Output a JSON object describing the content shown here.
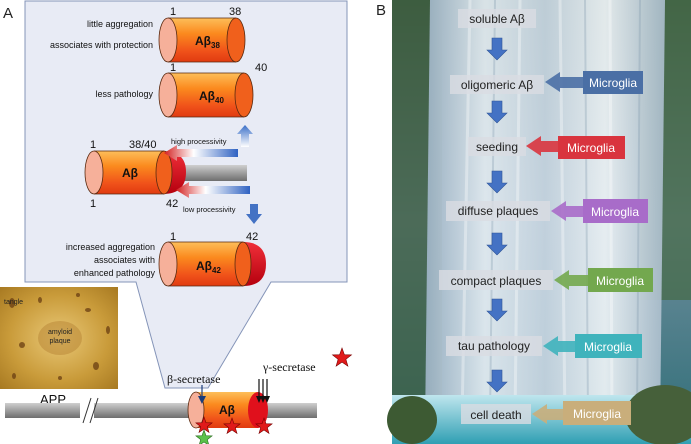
{
  "panel_a": {
    "letter": "A",
    "row1": {
      "note_line1": "little aggregation",
      "note_line2": "associates with protection",
      "start": "1",
      "end": "38",
      "label_main": "Aβ",
      "label_sub": "38"
    },
    "row2": {
      "note": "less pathology",
      "start": "1",
      "end": "40",
      "label_main": "Aβ",
      "label_sub": "40"
    },
    "processing": {
      "start_top": "1",
      "end_top": "38/40",
      "start_bottom": "1",
      "end_bottom": "42",
      "label": "Aβ",
      "high": "high processivity",
      "low": "low processivity"
    },
    "row4": {
      "note_line1": "increased aggregation",
      "note_line2": "associates with",
      "note_line3": "enhanced pathology",
      "start": "1",
      "end": "42",
      "label_main": "Aβ",
      "label_sub": "42"
    },
    "micrograph": {
      "tangle": "tangle",
      "plaque_line1": "amyloid",
      "plaque_line2": "plaque"
    },
    "app": {
      "label": "APP",
      "beta": "β-secretase",
      "gamma": "γ-secretase",
      "abeta": "Aβ"
    }
  },
  "panel_b": {
    "letter": "B",
    "stages": [
      "soluble Aβ",
      "oligomeric Aβ",
      "seeding",
      "diffuse plaques",
      "compact plaques",
      "tau pathology",
      "cell death"
    ],
    "microglia": [
      {
        "label": "Microglia",
        "color": "#4A6FA5"
      },
      {
        "label": "Microglia",
        "color": "#D9343E"
      },
      {
        "label": "Microglia",
        "color": "#A86CC9"
      },
      {
        "label": "Microglia",
        "color": "#73A84E"
      },
      {
        "label": "Microglia",
        "color": "#3FB3BC"
      },
      {
        "label": "Microglia",
        "color": "#C9AE7B"
      }
    ]
  },
  "colors": {
    "peptide_orange": "#F05A1E",
    "peptide_red": "#E0101C",
    "arrow_blue": "#4472C4",
    "panel_bg": "#E8EBF5"
  }
}
